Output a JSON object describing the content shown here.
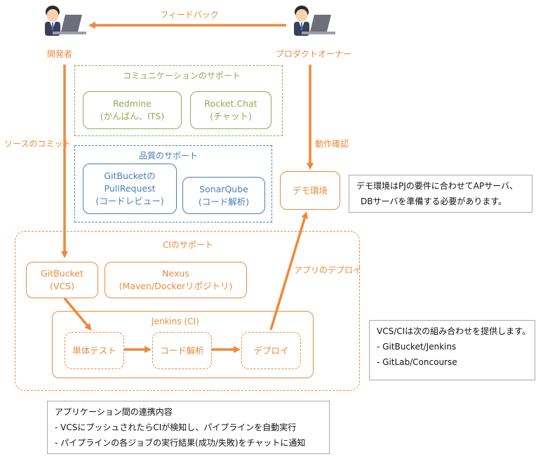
{
  "actors": {
    "developer": "開発者",
    "product_owner": "プロダクトオーナー"
  },
  "arrow_labels": {
    "feedback": "フィードバック",
    "source_commit": "ソースのコミット",
    "operation_check": "動作確認",
    "app_deploy": "アプリのデプロイ"
  },
  "communication": {
    "title": "コミュニケーションのサポート",
    "redmine": [
      "Redmine",
      "(かんばん、ITS)"
    ],
    "rocketchat": [
      "Rocket.Chat",
      "(チャット)"
    ]
  },
  "quality": {
    "title": "品質のサポート",
    "gitbucket_pr": [
      "GitBucketの",
      "PullRequest",
      "(コードレビュー)"
    ],
    "sonarqube": [
      "SonarQube",
      "(コード解析)"
    ]
  },
  "demo_env": "デモ環境",
  "ci": {
    "title": "CIのサポート",
    "gitbucket": [
      "GitBucket",
      "(VCS)"
    ],
    "nexus": [
      "Nexus",
      "(Maven/Dockerリポジトリ)"
    ],
    "jenkins_title": "Jenkins (CI)",
    "steps": {
      "unit_test": "単体テスト",
      "code_analysis": "コード解析",
      "deploy": "デプロイ"
    }
  },
  "notes": {
    "demo": [
      "デモ環境はPJの要件に合わせてAPサーバ、",
      "DBサーバを準備する必要があります。"
    ],
    "vcs_ci": [
      "VCS/CIは次の組み合わせを提供します。",
      "- GitBucket/Jenkins",
      "- GitLab/Concourse"
    ],
    "integration": [
      "アプリケーション間の連携内容",
      "- VCSにプッシュされたらCIが検知し、パイプラインを自動実行",
      "- パイプラインの各ジョブの実行結果(成功/失敗)をチャットに通知"
    ]
  },
  "colors": {
    "orange": "#ee8a3a",
    "green": "#8aae55",
    "blue": "#4a7fb8"
  },
  "icons": [
    "person-at-laptop-icon",
    "person-at-laptop-icon"
  ]
}
